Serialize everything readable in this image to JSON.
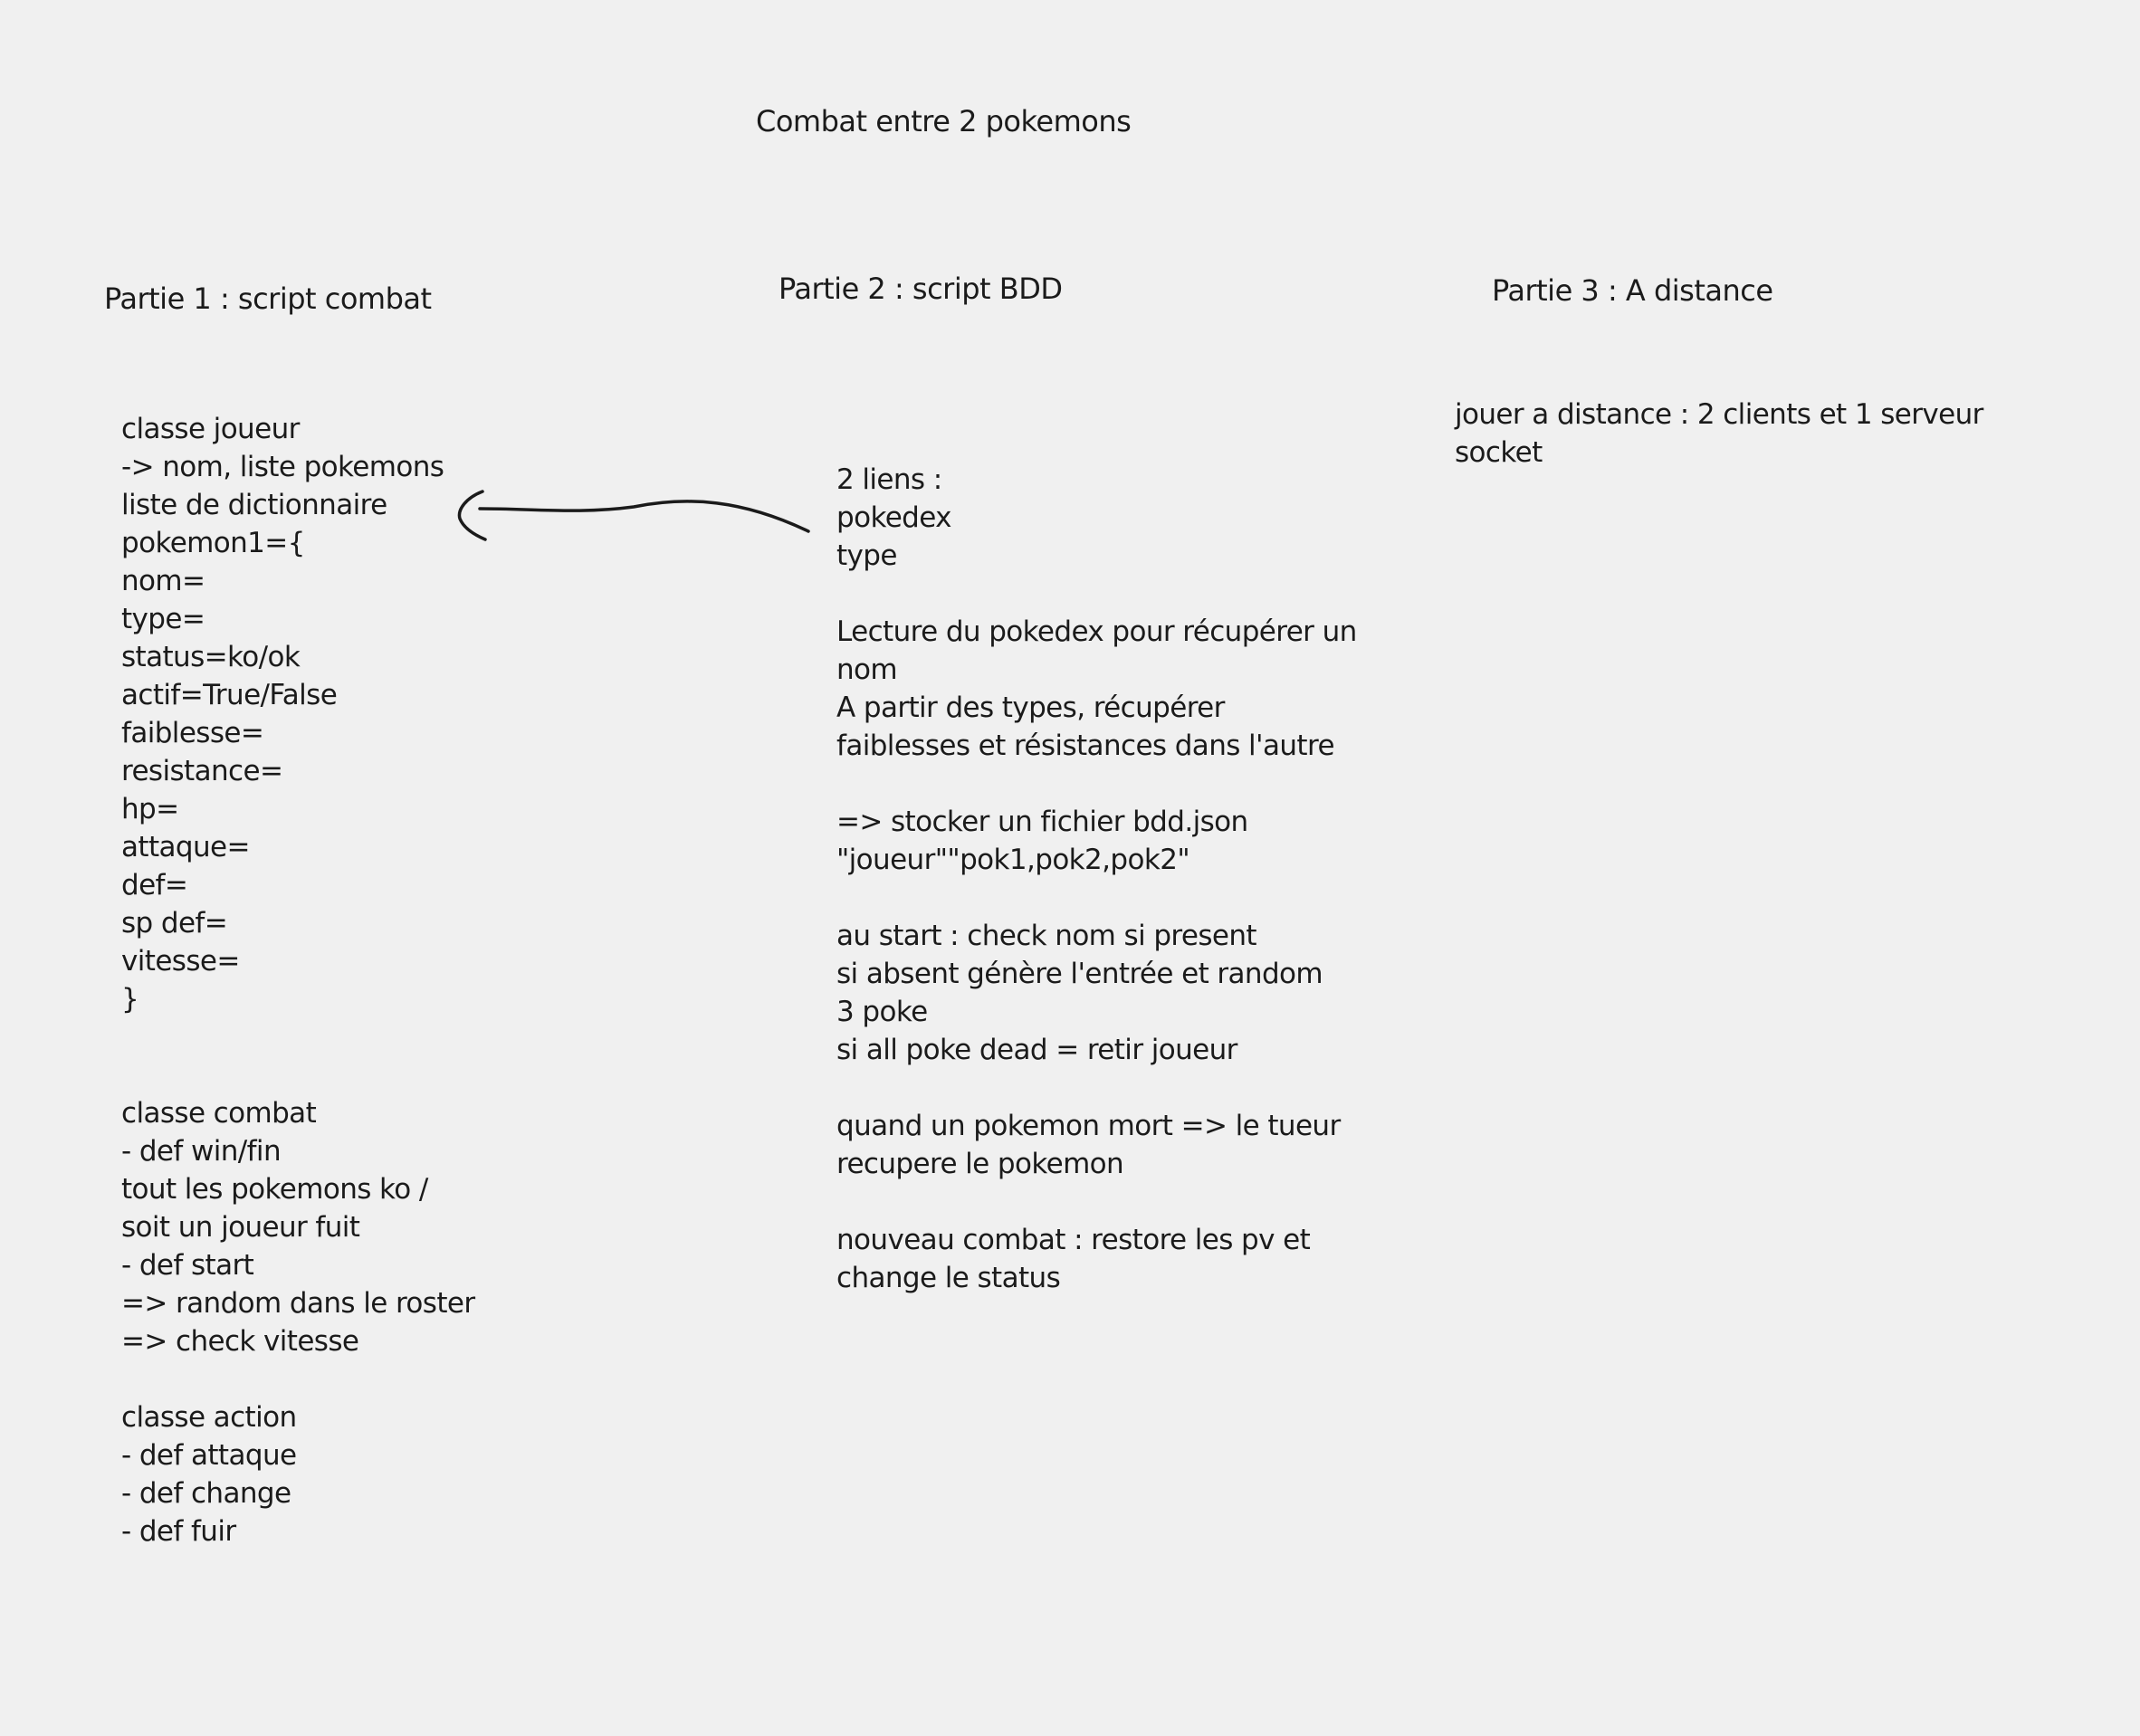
{
  "title": "Combat entre 2 pokemons",
  "part1": {
    "heading": "Partie 1 : script combat",
    "joueur_lines": [
      "classe joueur",
      "-> nom, liste pokemons",
      "liste de dictionnaire",
      "pokemon1={",
      "nom=",
      "type=",
      "status=ko/ok",
      "actif=True/False",
      "faiblesse=",
      "resistance=",
      "hp=",
      "attaque=",
      "def=",
      "sp def=",
      "vitesse=",
      "}"
    ],
    "combat_lines": [
      "classe combat",
      "- def win/fin",
      "tout les pokemons ko /",
      "soit un joueur fuit",
      "- def start",
      "=> random dans le roster",
      "=> check vitesse"
    ],
    "action_lines": [
      "classe action",
      "- def attaque",
      "- def change",
      "- def fuir"
    ]
  },
  "part2": {
    "heading": "Partie 2 : script BDD",
    "lines": [
      "2 liens :",
      "pokedex",
      "type",
      "",
      "Lecture du pokedex pour récupérer un",
      "nom",
      "A partir des types, récupérer",
      "faiblesses et résistances dans l'autre",
      "",
      "=> stocker un fichier bdd.json",
      "\"joueur\"\"pok1,pok2,pok2\"",
      "",
      "au start : check nom si present",
      "si absent génère l'entrée et random",
      "3 poke",
      "si all poke dead = retir joueur",
      "",
      "quand un pokemon mort => le tueur",
      "recupere le pokemon",
      "",
      "nouveau combat : restore les pv et",
      "change le status"
    ]
  },
  "part3": {
    "heading": "Partie 3 : A distance",
    "lines": [
      "jouer a distance : 2 clients et 1 serveur",
      "socket"
    ]
  },
  "colors": {
    "background": "#f0f0f0",
    "ink": "#1b1b1b"
  }
}
